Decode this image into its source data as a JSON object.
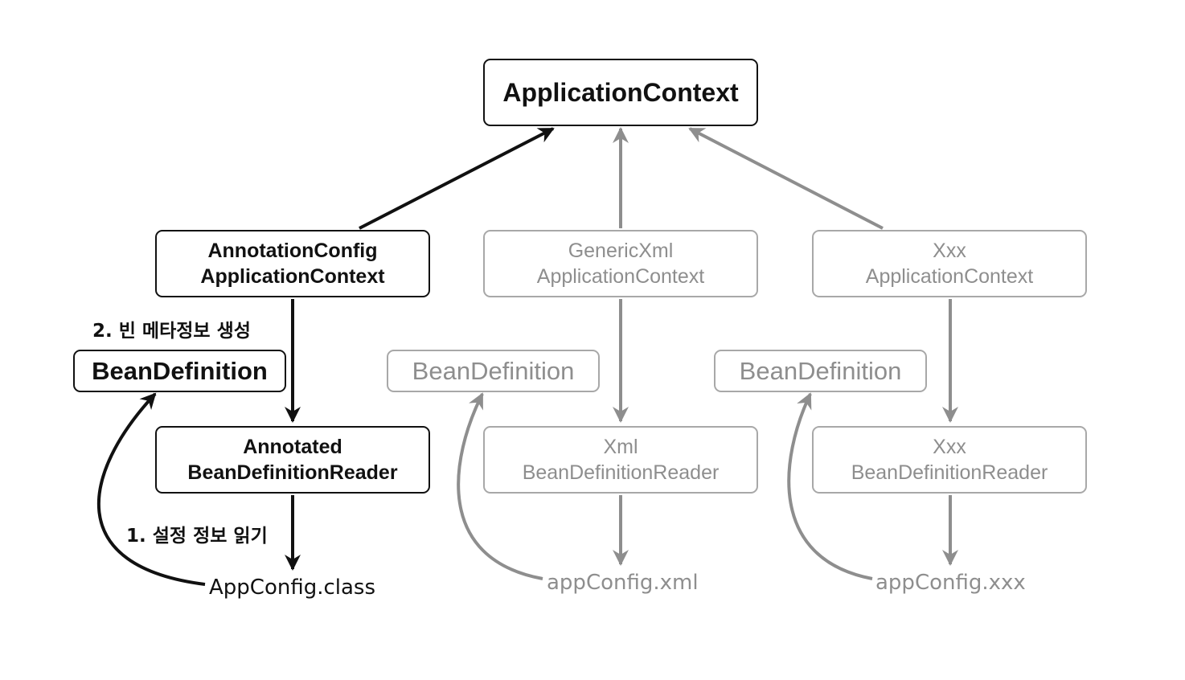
{
  "application_context": {
    "label": "ApplicationContext"
  },
  "columns": [
    {
      "context_lines": [
        "AnnotationConfig",
        "ApplicationContext"
      ],
      "bean_definition": "BeanDefinition",
      "reader_lines": [
        "Annotated",
        "BeanDefinitionReader"
      ],
      "config_source": "AppConfig.class",
      "step1_label": "1. 설정 정보 읽기",
      "step2_label": "2. 빈 메타정보 생성"
    },
    {
      "context_lines": [
        "GenericXml",
        "ApplicationContext"
      ],
      "bean_definition": "BeanDefinition",
      "reader_lines": [
        "Xml",
        "BeanDefinitionReader"
      ],
      "config_source": "appConfig.xml"
    },
    {
      "context_lines": [
        "Xxx",
        "ApplicationContext"
      ],
      "bean_definition": "BeanDefinition",
      "reader_lines": [
        "Xxx",
        "BeanDefinitionReader"
      ],
      "config_source": "appConfig.xxx"
    }
  ],
  "colors": {
    "active": "#111111",
    "inactive": "#8e8e8e",
    "inactive_border": "#a8a8a8"
  }
}
